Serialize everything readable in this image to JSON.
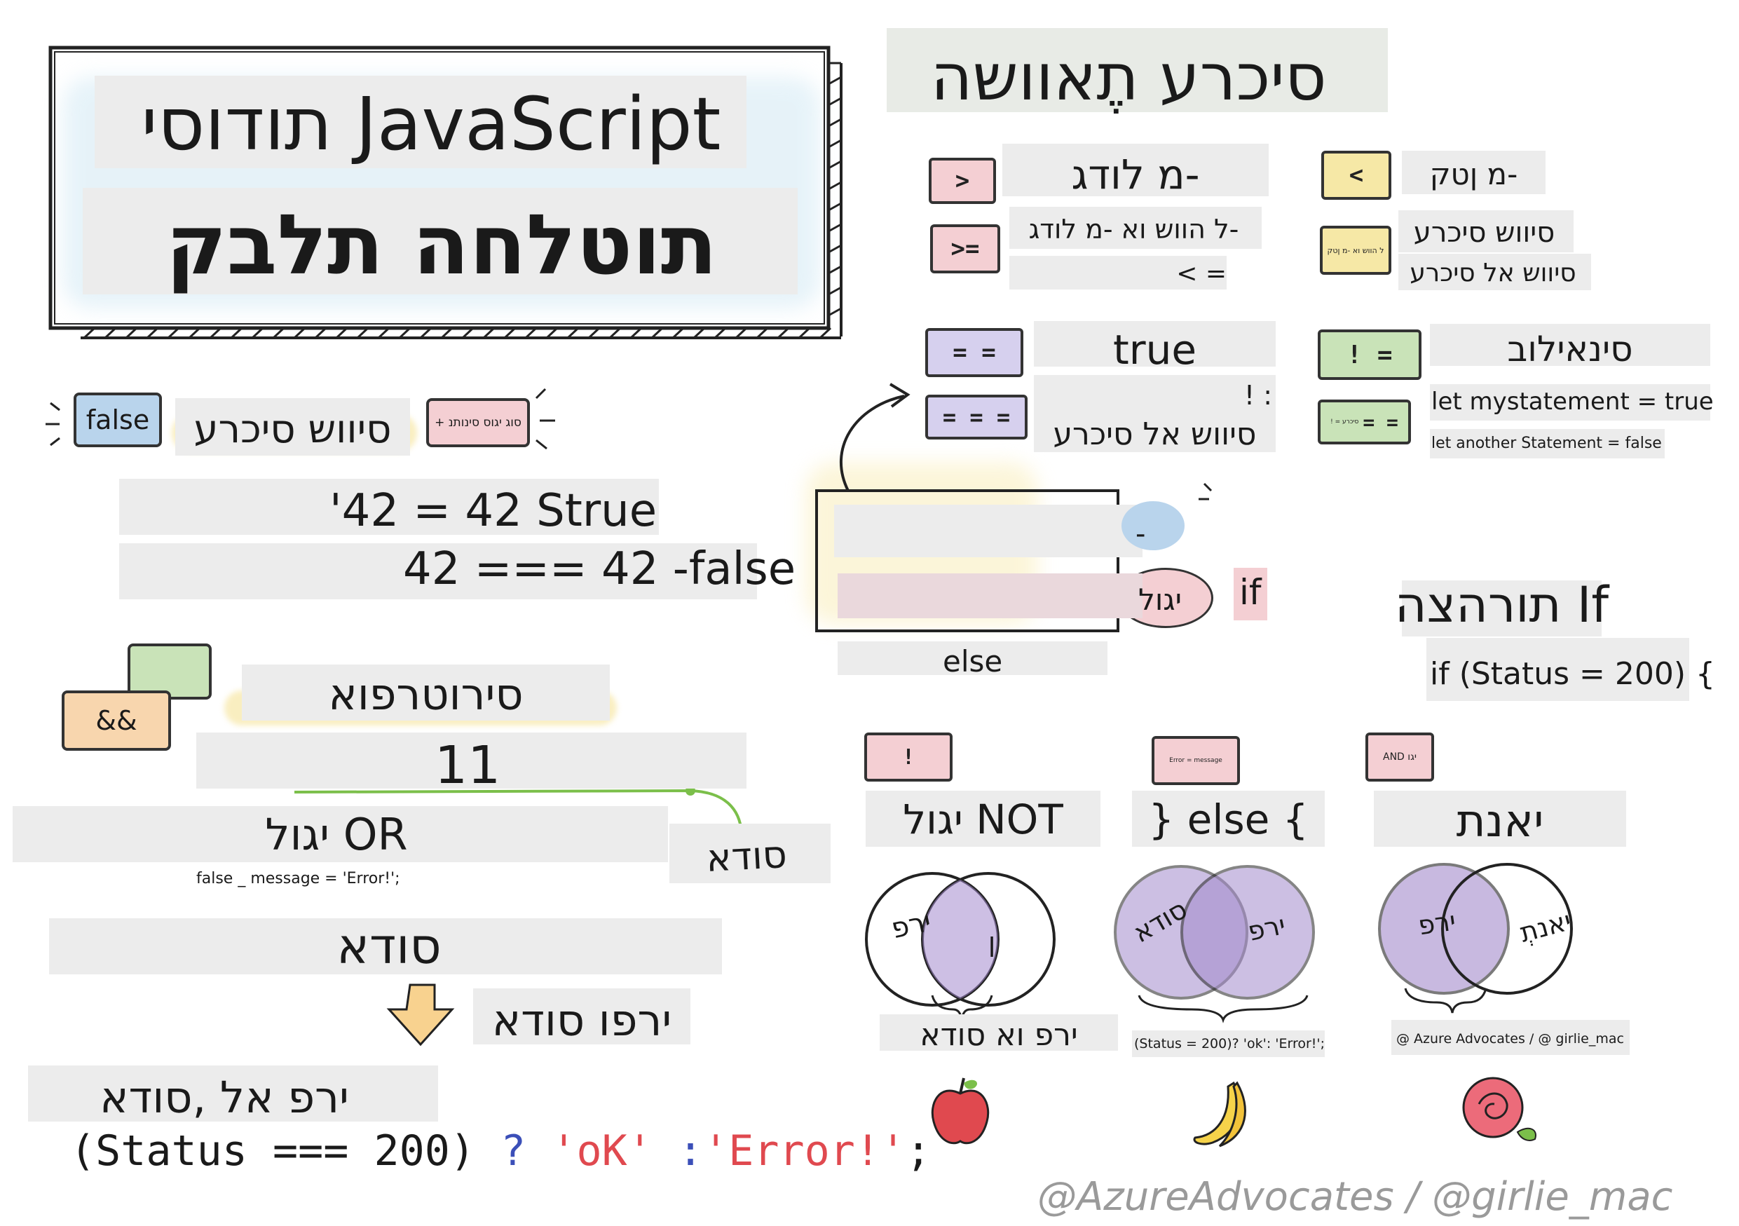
{
  "colors": {
    "background": "#ffffff",
    "ink": "#1a1a1a",
    "pink": "#f2c6cc",
    "yellow": "#f6e8a6",
    "green": "#c9e3b8",
    "blue": "#b9d4ec",
    "lavender": "#d6d0ee",
    "venn_purple": "#a48bcd",
    "title_wash": "#cfe6f2",
    "red_ink": "#e0494f",
    "blue_ink": "#3b4fb8",
    "credit_gray": "#9a9a9a"
  },
  "title": {
    "line1": "JavaScript תודוסי",
    "line2": "תוטלחה תלבק"
  },
  "comparison": {
    "heading": "סיכרע תֶאוושה",
    "gt_symbol": ">",
    "gt_label": "-מ לודג",
    "lt_symbol": "<",
    "lt_label": "-מ ןטק",
    "gte_symbol": ">=",
    "gte_label": "-ל הווש וא -מ לודג",
    "gte_sub": "< =",
    "lte_badge_text": "ל הווש וא -מ ןטק",
    "equal_values_label": "סיווש סיכרע",
    "not_equal_values_label": "סיווש אל סיכרע",
    "eq_symbol": "= =",
    "eq_label": "true",
    "strict_symbol": "= = =",
    "strict_label_top": "! :",
    "strict_label": "סיווש אל סיכרע",
    "neq_symbol": "! =",
    "neq_label": "סינאילוב",
    "sneq_symbol": "= =",
    "sneq_badge_text": "! = סיכרע",
    "let_true": "let mystatement = true",
    "let_false": "let another Statement = false"
  },
  "equality": {
    "false_bubble": "false",
    "heading": "סיווש סיכרע",
    "tag_bubble": "+ סוג יגוס סינותנ",
    "line1": "'42 = 42 Strue",
    "line2": "42 === 42 -false"
  },
  "if_block": {
    "text_mid": "-",
    "logic_label": "יגול",
    "if_keyword": "if",
    "else_keyword": "else",
    "heading": "If תורהצה",
    "code": "if (Status = 200) {"
  },
  "operators": {
    "and_bubble": "&&",
    "heading": "סירוטרפוא",
    "number": "11",
    "or_label": "OR יגול",
    "message": "false _ message = 'Error!';",
    "both_label": "סודא",
    "side_label": "סודא",
    "arrow_label": "ירפו סודא",
    "red_orange_label": "ירפ אל ,סודא",
    "ternary": {
      "condition": "(Status === 200)",
      "q": "?",
      "ok": "'oK'",
      "colon": ":",
      "err": "'Error!'",
      "semi": ";"
    }
  },
  "logic": {
    "not_badge": "!",
    "else_badge": "Error = message",
    "and_badge": "AND יגו",
    "not_label": "NOT יגול",
    "else_label": "} else {",
    "and_label": "יאנת",
    "venn_left_a": "ירפ",
    "venn_left_b": "ן",
    "venn_mid_a": "סודא",
    "venn_mid_b": "ירפ",
    "venn_right_a": "ירפ",
    "venn_right_b": "יאנתְ",
    "caption_left": "ירפ וא סודא",
    "caption_mid": "(Status = 200)? 'ok': 'Error!';",
    "caption_right": "@ Azure Advocates / @ girlie_mac",
    "icons": [
      "apple-icon",
      "banana-icon",
      "rose-icon"
    ]
  },
  "credit": "@AzureAdvocates / @girlie_mac"
}
